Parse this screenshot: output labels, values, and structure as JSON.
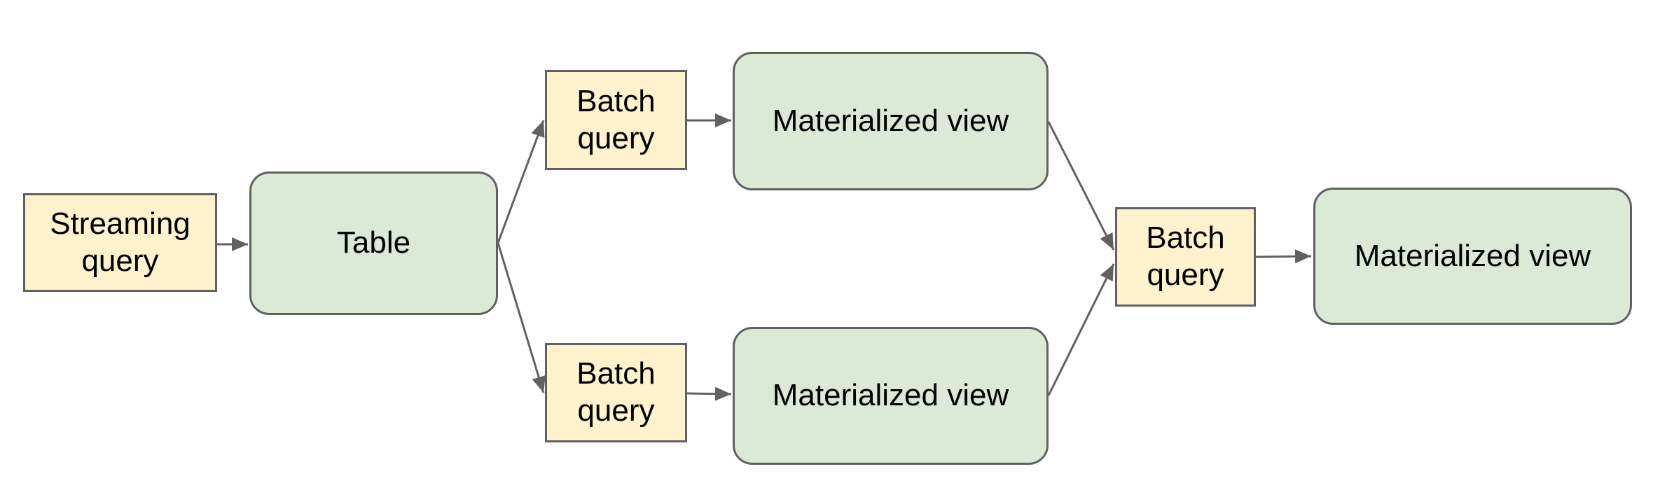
{
  "diagram": {
    "colors": {
      "canvas_bg": "#ffffff",
      "query_fill": "#fff2cc",
      "entity_fill": "#dce9d5",
      "stroke": "#616161",
      "text": "#000000"
    },
    "nodes": [
      {
        "id": "streaming-query",
        "label": "Streaming query",
        "kind": "query"
      },
      {
        "id": "table",
        "label": "Table",
        "kind": "entity"
      },
      {
        "id": "batch-query-top",
        "label": "Batch query",
        "kind": "query"
      },
      {
        "id": "materialized-view-top",
        "label": "Materialized view",
        "kind": "entity"
      },
      {
        "id": "batch-query-bottom",
        "label": "Batch query",
        "kind": "query"
      },
      {
        "id": "materialized-view-bottom",
        "label": "Materialized view",
        "kind": "entity"
      },
      {
        "id": "batch-query-right",
        "label": "Batch query",
        "kind": "query"
      },
      {
        "id": "materialized-view-right",
        "label": "Materialized view",
        "kind": "entity"
      }
    ],
    "edges": [
      {
        "from": "streaming-query",
        "to": "table"
      },
      {
        "from": "table",
        "to": "batch-query-top"
      },
      {
        "from": "table",
        "to": "batch-query-bottom"
      },
      {
        "from": "batch-query-top",
        "to": "materialized-view-top"
      },
      {
        "from": "batch-query-bottom",
        "to": "materialized-view-bottom"
      },
      {
        "from": "materialized-view-top",
        "to": "batch-query-right"
      },
      {
        "from": "materialized-view-bottom",
        "to": "batch-query-right"
      },
      {
        "from": "batch-query-right",
        "to": "materialized-view-right"
      }
    ]
  }
}
